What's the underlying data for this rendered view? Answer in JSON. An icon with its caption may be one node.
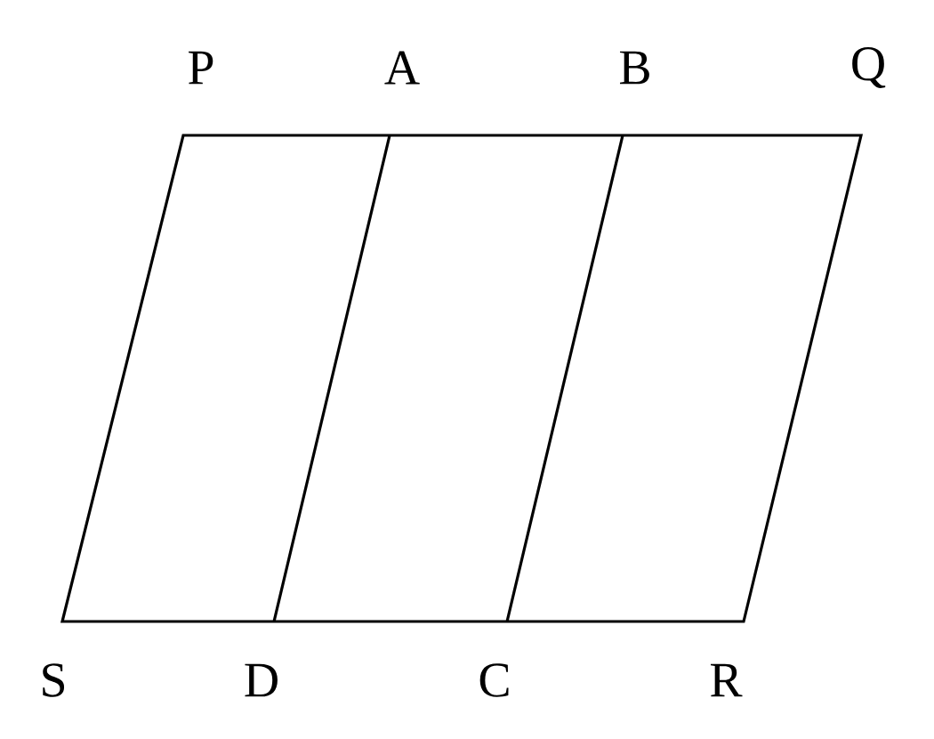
{
  "diagram": {
    "labels": [
      "P",
      "A",
      "B",
      "Q",
      "S",
      "D",
      "C",
      "R"
    ]
  }
}
